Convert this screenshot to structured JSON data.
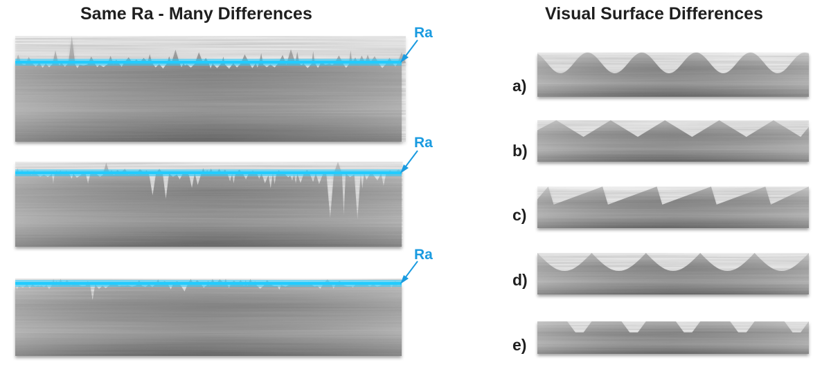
{
  "left": {
    "title": "Same Ra - Many Differences",
    "ra_label": "Ra"
  },
  "right": {
    "title": "Visual Surface Differences",
    "profiles": [
      {
        "label": "a)",
        "shape": "sinusoidal"
      },
      {
        "label": "b)",
        "shape": "triangular"
      },
      {
        "label": "c)",
        "shape": "sawtooth"
      },
      {
        "label": "d)",
        "shape": "scalloped"
      },
      {
        "label": "e)",
        "shape": "trapezoidal"
      }
    ]
  },
  "colors": {
    "ra_line": "#22ccff",
    "ra_text": "#1a9be0",
    "metal_light": "#b9b9b9",
    "metal_dark": "#6e6e6e"
  }
}
